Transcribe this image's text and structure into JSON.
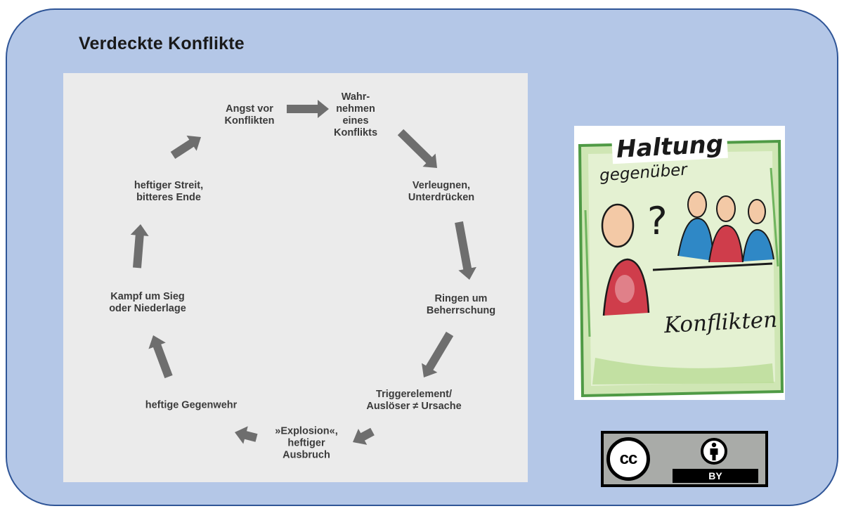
{
  "slide": {
    "title": "Verdeckte Konflikte"
  },
  "cycle": {
    "nodes": [
      {
        "id": "angst",
        "lines": [
          "Angst vor",
          "Konflikten"
        ]
      },
      {
        "id": "wahrnehmen",
        "lines": [
          "Wahr-",
          "nehmen",
          "eines",
          "Konflikts"
        ]
      },
      {
        "id": "verleugnen",
        "lines": [
          "Verleugnen,",
          "Unterdrücken"
        ]
      },
      {
        "id": "ringen",
        "lines": [
          "Ringen um",
          "Beherrschung"
        ]
      },
      {
        "id": "trigger",
        "lines": [
          "Triggerelement/",
          "Auslöser ≠ Ursache"
        ]
      },
      {
        "id": "explosion",
        "lines": [
          "»Explosion«,",
          "heftiger",
          "Ausbruch"
        ]
      },
      {
        "id": "gegenwehr",
        "lines": [
          "heftige Gegenwehr"
        ]
      },
      {
        "id": "kampf",
        "lines": [
          "Kampf um Sieg",
          "oder Niederlage"
        ]
      },
      {
        "id": "streit",
        "lines": [
          "heftiger Streit,",
          "bitteres Ende"
        ]
      }
    ],
    "arrow_color": "#6e6e6e"
  },
  "illustration": {
    "title": "Haltung",
    "subtitle": "gegenüber",
    "word": "Konflikten",
    "question_mark": "?"
  },
  "license": {
    "cc": "cc",
    "by": "BY",
    "icon": "person-attribution-icon"
  }
}
